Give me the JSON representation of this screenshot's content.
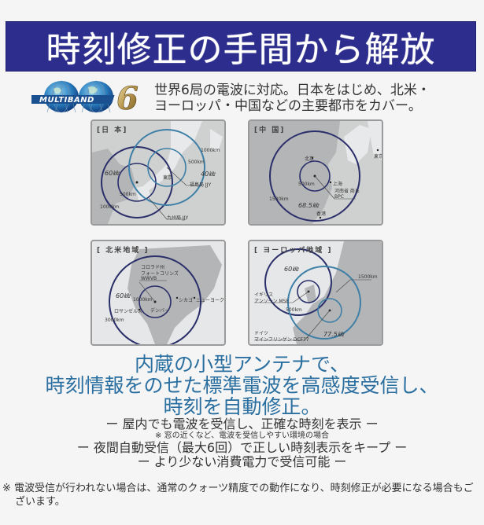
{
  "banner": {
    "title": "時刻修正の手間から解放"
  },
  "intro": {
    "logo_text": "MULTIBAND",
    "logo_number": "6",
    "line1": "世界6局の電波に対応。日本をはじめ、北米・",
    "line2": "ヨーロッパ・中国などの主要都市をカバー。"
  },
  "maps": {
    "japan": {
      "title": "[日 本]",
      "labels": {
        "r_outer_1": "1000km",
        "r_inner_1": "500km",
        "freq_1": "40㎑",
        "station_1": "福島局 JJY",
        "freq_2": "60㎑",
        "r_inner_2": "500km",
        "r_outer_2": "1000km",
        "station_2": "九州局 JJY",
        "city": "東京"
      }
    },
    "china": {
      "title": "[中 国]",
      "labels": {
        "city_beijing": "北京",
        "city_shanghai": "上海",
        "city_hongkong": "香港",
        "city_tokyo": "東京",
        "r_inner": "500km",
        "r_outer": "1500km",
        "freq": "68.5㎑",
        "station": "河南省 商丘 BPC"
      }
    },
    "north_america": {
      "title": "[ 北米地域 ]",
      "labels": {
        "station_line1": "コロラド州",
        "station_line2": "フォートコリンズ",
        "station_line3": "WWVB",
        "freq": "60㎑",
        "r_inner": "1000km",
        "r_outer": "3000km",
        "city_la": "ロサンゼルス",
        "city_denver": "デンバー",
        "city_chicago": "シカゴ",
        "city_ny": "ニューヨーク"
      }
    },
    "europe": {
      "title": "[ ヨーロッパ地域 ]",
      "labels": {
        "freq_uk": "60㎑",
        "r_outer": "1500km",
        "station_uk_line1": "イギリス",
        "station_uk_line2": "アンソーン MSF",
        "r_inner": "500km",
        "freq_de": "77.5㎑",
        "station_de_line1": "ドイツ",
        "station_de_line2": "マインフリンゲン DCF77"
      }
    }
  },
  "headline": {
    "line1": "内蔵の小型アンテナで、",
    "line2": "時刻情報をのせた標準電波を高感度受信し、",
    "line3": "時刻を自動修正。"
  },
  "features": {
    "item1": "ー 屋内でも電波を受信し、正確な時刻を表示 ー",
    "item1_note": "※ 窓の近くなど、電波を受信しやすい環境の場合",
    "item2": "ー 夜間自動受信（最大6回）で正しい時刻表示をキープ ー",
    "item3": "ー より少ない消費電力で受信可能 ー"
  },
  "footnote": "※ 電波受信が行われない場合は、通常のクォーツ精度での動作になり、時刻修正が必要になる場合もございます。",
  "colors": {
    "banner_bg": "#2c2d8c",
    "headline": "#2a6fa0",
    "circle_dark": "#2a2f6a",
    "circle_light": "#3d7fa6"
  }
}
